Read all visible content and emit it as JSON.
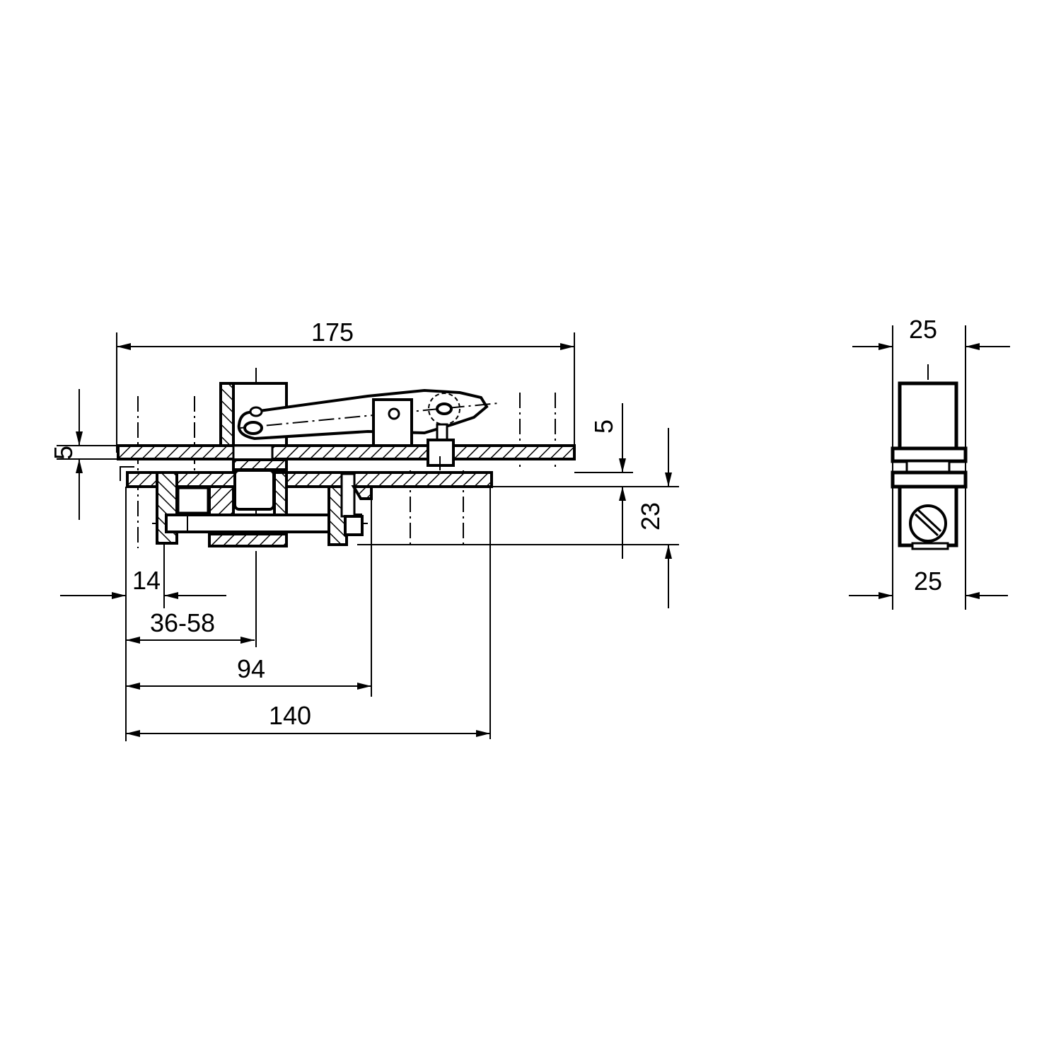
{
  "drawing": {
    "front_view": {
      "dimensions": {
        "overall_length": "175",
        "top_plate_thickness": "5",
        "gap_thickness": "5",
        "height": "23",
        "offset_small": "14",
        "adjust_range": "36-58",
        "bracket_distance": "94",
        "base_length": "140"
      }
    },
    "side_view": {
      "dimensions": {
        "top_width": "25",
        "bottom_width": "25"
      }
    }
  }
}
